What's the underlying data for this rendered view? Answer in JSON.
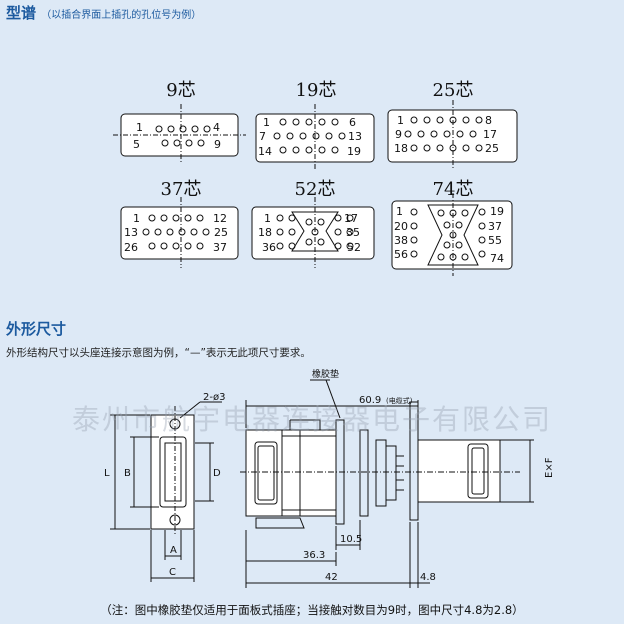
{
  "header": {
    "title": "型谱",
    "note": "（以插合界面上插孔的孔位号为例）"
  },
  "connectors": [
    {
      "count": "9芯",
      "pins": {
        "tl": "1",
        "tr": "4",
        "bl": "5",
        "br": "9"
      }
    },
    {
      "count": "19芯",
      "pins": {
        "tl": "1",
        "tr": "6",
        "ml": "7",
        "mr": "13",
        "bl": "14",
        "br": "19"
      }
    },
    {
      "count": "25芯",
      "pins": {
        "tl": "1",
        "tr": "8",
        "ml": "9",
        "mr": "17",
        "bl": "18",
        "br": "25"
      }
    },
    {
      "count": "37芯",
      "pins": {
        "tl": "1",
        "tr": "12",
        "ml": "13",
        "mr": "25",
        "bl": "26",
        "br": "37"
      }
    },
    {
      "count": "52芯",
      "pins": {
        "tl": "1",
        "tr": "17",
        "ml": "18",
        "mr": "35",
        "bl": "36",
        "br": "52"
      }
    },
    {
      "count": "74芯",
      "pins": {
        "tl": "1",
        "tr": "19",
        "ml": "20",
        "mr": "37",
        "l3": "38",
        "r3": "55",
        "bl": "56",
        "br": "74"
      }
    }
  ],
  "outline": {
    "title": "外形尺寸",
    "description": "外形结构尺寸以头座连接示意图为例，“—”表示无此项尺寸要求。"
  },
  "watermark": "泰州市航宇电器连接器电子有限公司",
  "drawing": {
    "hole_label": "2-ø3",
    "gasket_label": "橡胶垫",
    "dim_60_9": "60.9",
    "dim_60_9_note": "(电缆式)",
    "dim_10_5": "10.5",
    "dim_36_3": "36.3",
    "dim_42": "42",
    "dim_4_8": "4.8",
    "label_L": "L",
    "label_B": "B",
    "label_D": "D",
    "label_A": "A",
    "label_C": "C",
    "label_ExF": "E×F"
  },
  "footnote": "（注：图中橡胶垫仅适用于面板式插座；当接触对数目为9时，图中尺寸4.8为2.8）",
  "colors": {
    "background": "#dde9f6",
    "accent": "#1c5a9f",
    "line": "#111111"
  }
}
